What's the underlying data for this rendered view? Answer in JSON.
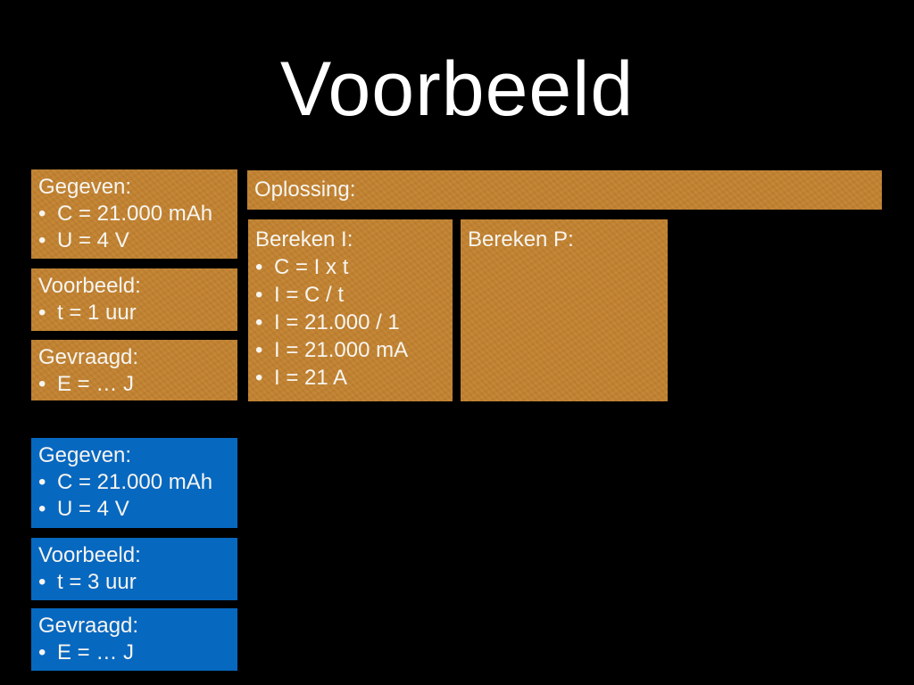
{
  "title": "Voorbeeld",
  "bullet_char": "•",
  "colors": {
    "background": "#000000",
    "orange": "#c28230",
    "blue": "#0768c0",
    "text": "#f7f5f0",
    "title_text": "#ffffff"
  },
  "left_top_boxes": [
    {
      "heading": "Gegeven:",
      "items": [
        "C = 21.000 mAh",
        "U = 4 V"
      ]
    },
    {
      "heading": "Voorbeeld:",
      "items": [
        "t = 1 uur"
      ]
    },
    {
      "heading": "Gevraagd:",
      "items": [
        "E = … J"
      ]
    }
  ],
  "solution": {
    "header": "Oplossing:",
    "boxes": [
      {
        "heading": "Bereken I:",
        "items": [
          "C = I x t",
          "I = C / t",
          "I = 21.000 / 1",
          "I = 21.000 mA",
          "I = 21 A"
        ]
      },
      {
        "heading": "Bereken P:",
        "items": []
      }
    ]
  },
  "left_bottom_boxes": [
    {
      "heading": "Gegeven:",
      "items": [
        "C = 21.000 mAh",
        "U = 4 V"
      ]
    },
    {
      "heading": "Voorbeeld:",
      "items": [
        "t = 3 uur"
      ]
    },
    {
      "heading": "Gevraagd:",
      "items": [
        "E = … J"
      ]
    }
  ]
}
